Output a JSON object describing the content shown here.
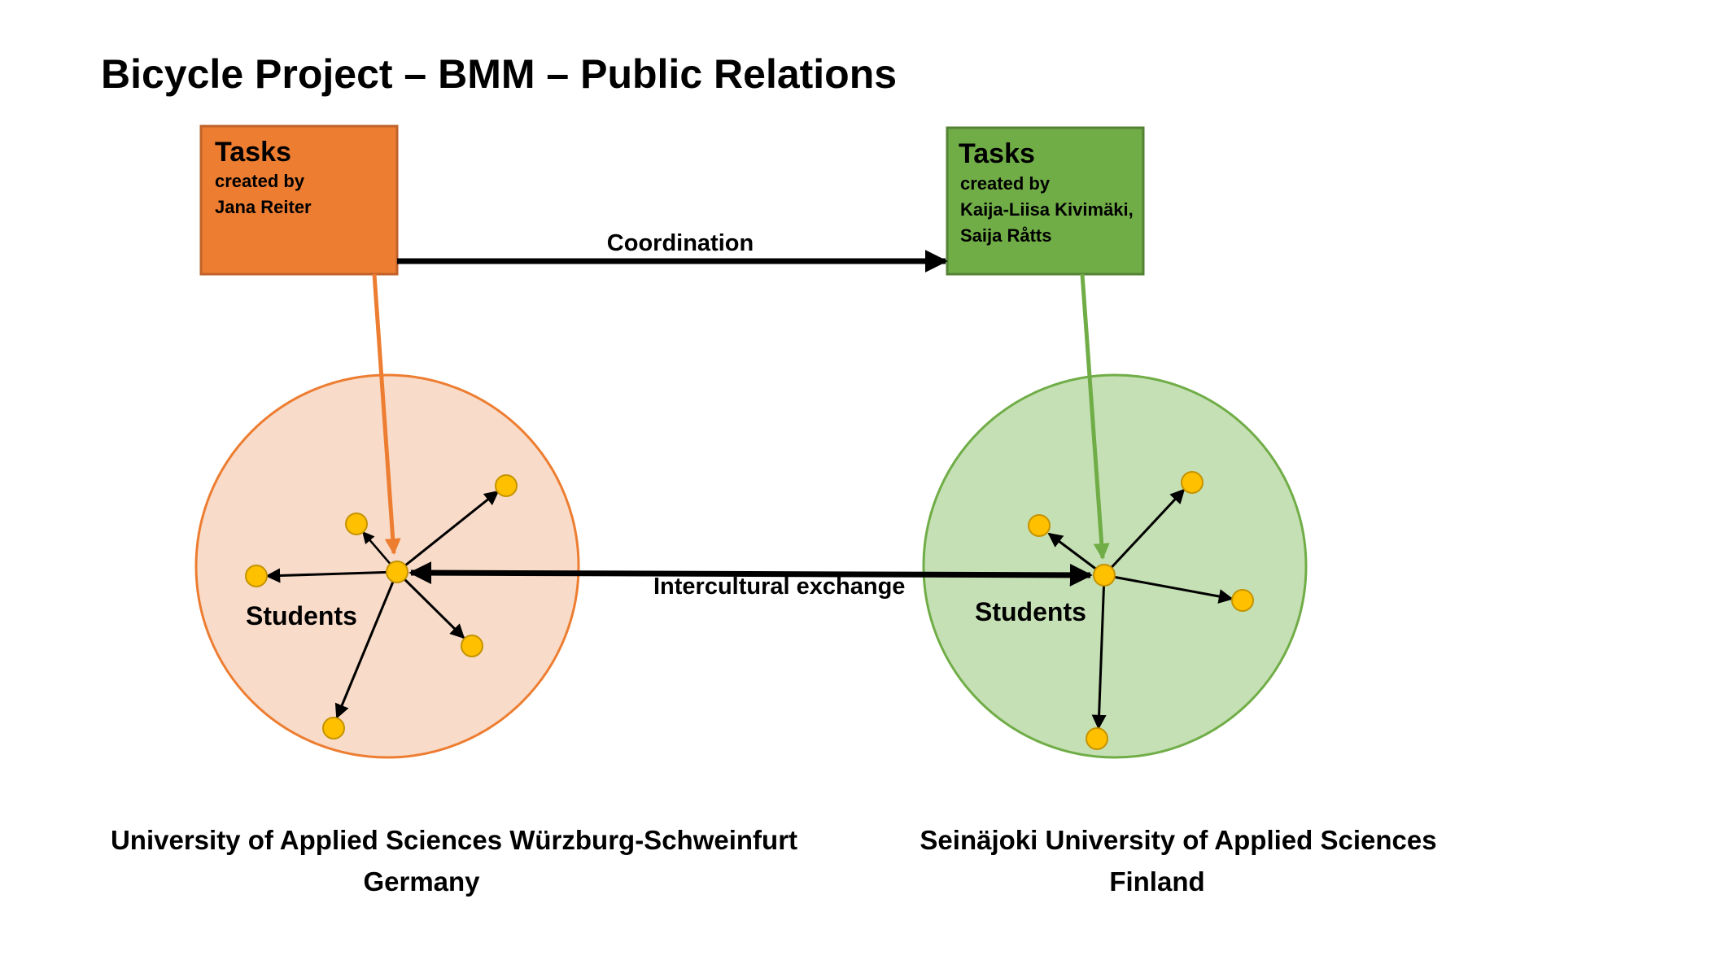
{
  "title": "Bicycle Project – BMM – Public Relations",
  "colors": {
    "orange_box": "#ED7D31",
    "orange_border": "#C0622A",
    "orange_circle_fill": "#F8DBC8",
    "green_box": "#70AD47",
    "green_border": "#548235",
    "green_circle_fill": "#C5E0B4",
    "student_dot": "#FFC000",
    "student_dot_border": "#C59300",
    "arrow": "#000000"
  },
  "task_boxes": [
    {
      "id": "germany",
      "title": "Tasks",
      "lines": [
        "created by",
        "Jana Reiter"
      ]
    },
    {
      "id": "finland",
      "title": "Tasks",
      "lines": [
        "created by",
        "Kaija-Liisa Kivimäki,",
        "Saija Råtts"
      ]
    }
  ],
  "edges": {
    "coordination": "Coordination",
    "intercultural": "Intercultural exchange"
  },
  "groups": [
    {
      "id": "germany",
      "label": "Students",
      "student_count": 5,
      "university": "University of Applied Sciences Würzburg-Schweinfurt",
      "country": "Germany"
    },
    {
      "id": "finland",
      "label": "Students",
      "student_count": 4,
      "university": "Seinäjoki University of Applied Sciences",
      "country": "Finland"
    }
  ]
}
